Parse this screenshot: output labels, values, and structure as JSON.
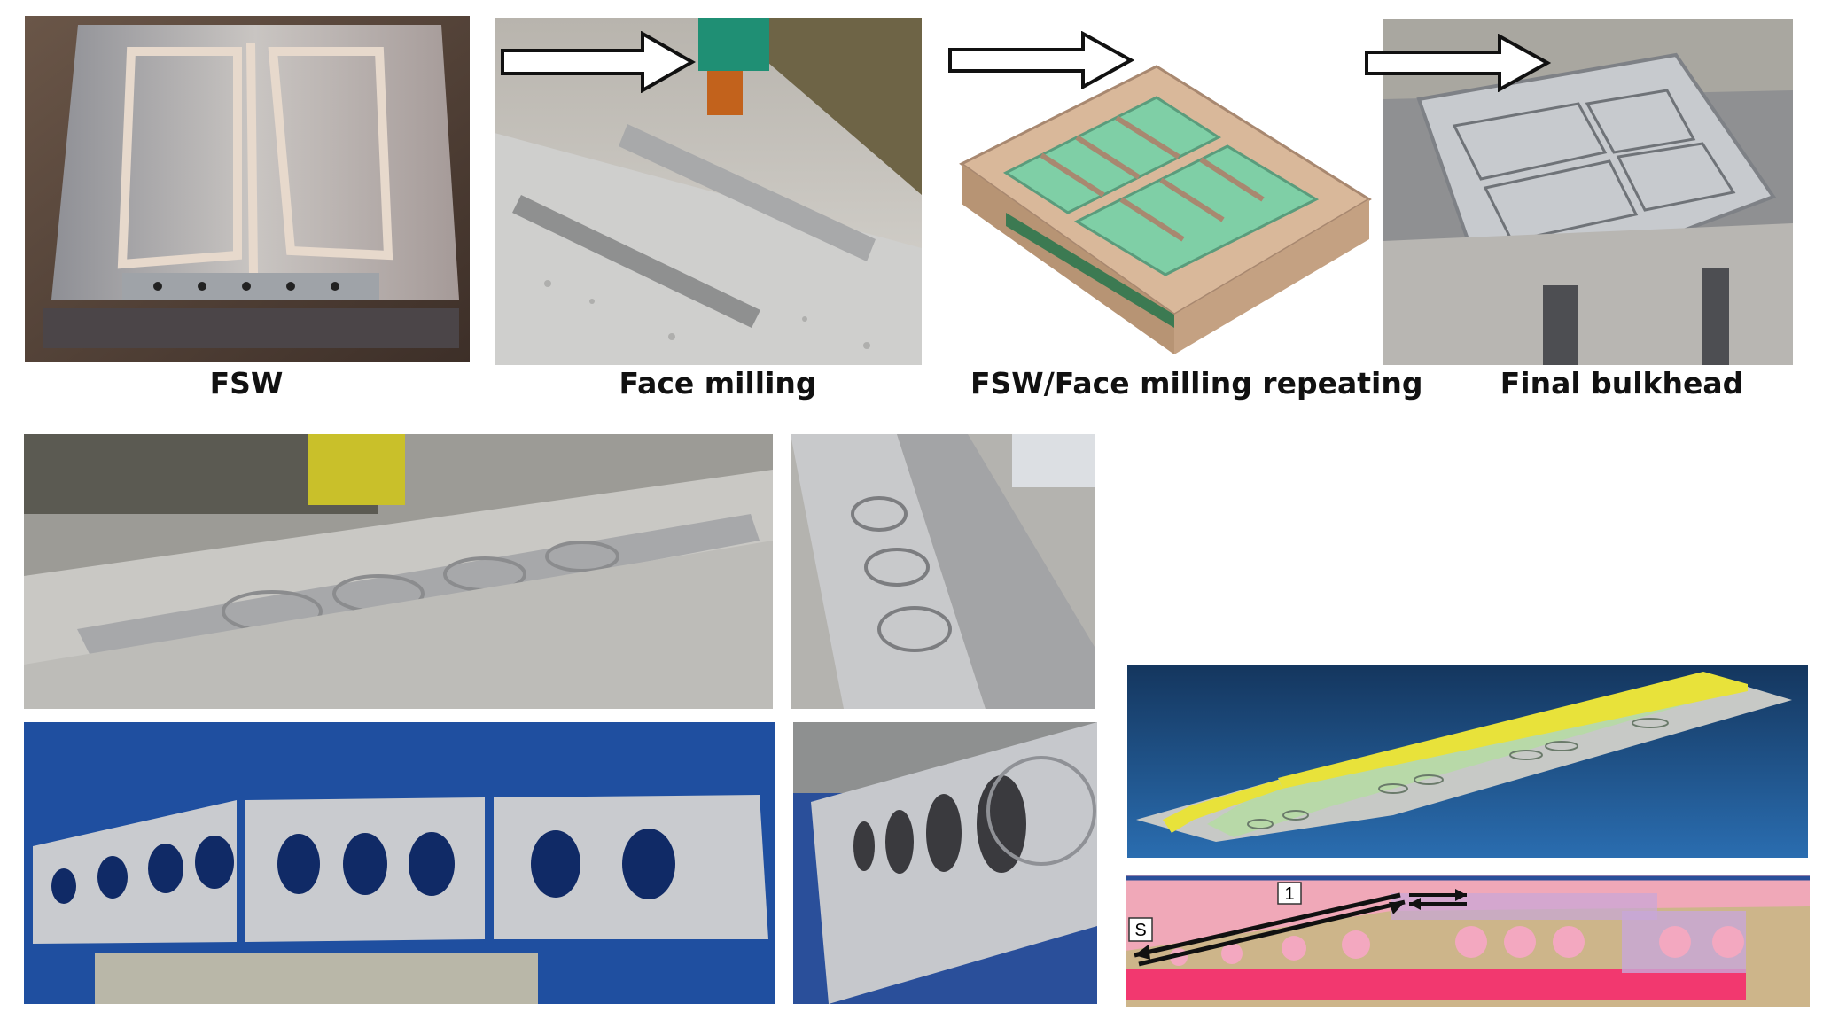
{
  "captions": {
    "fsw": "FSW",
    "face_milling": "Face milling",
    "repeating": "FSW/Face milling repeating",
    "final": "Final bulkhead"
  },
  "diagram_labels": {
    "s": "S",
    "one": "1"
  },
  "colors": {
    "metal": "#b9bcc0",
    "model_green": "#7fcfa6",
    "model_tan": "#d9b89a",
    "blue_bg": "#1f4fa0",
    "cad_blue": "#1c4f86",
    "cad_yellow": "#e8e23a",
    "diagram_pink": "#f0a8b8",
    "diagram_red": "#f2386f"
  }
}
